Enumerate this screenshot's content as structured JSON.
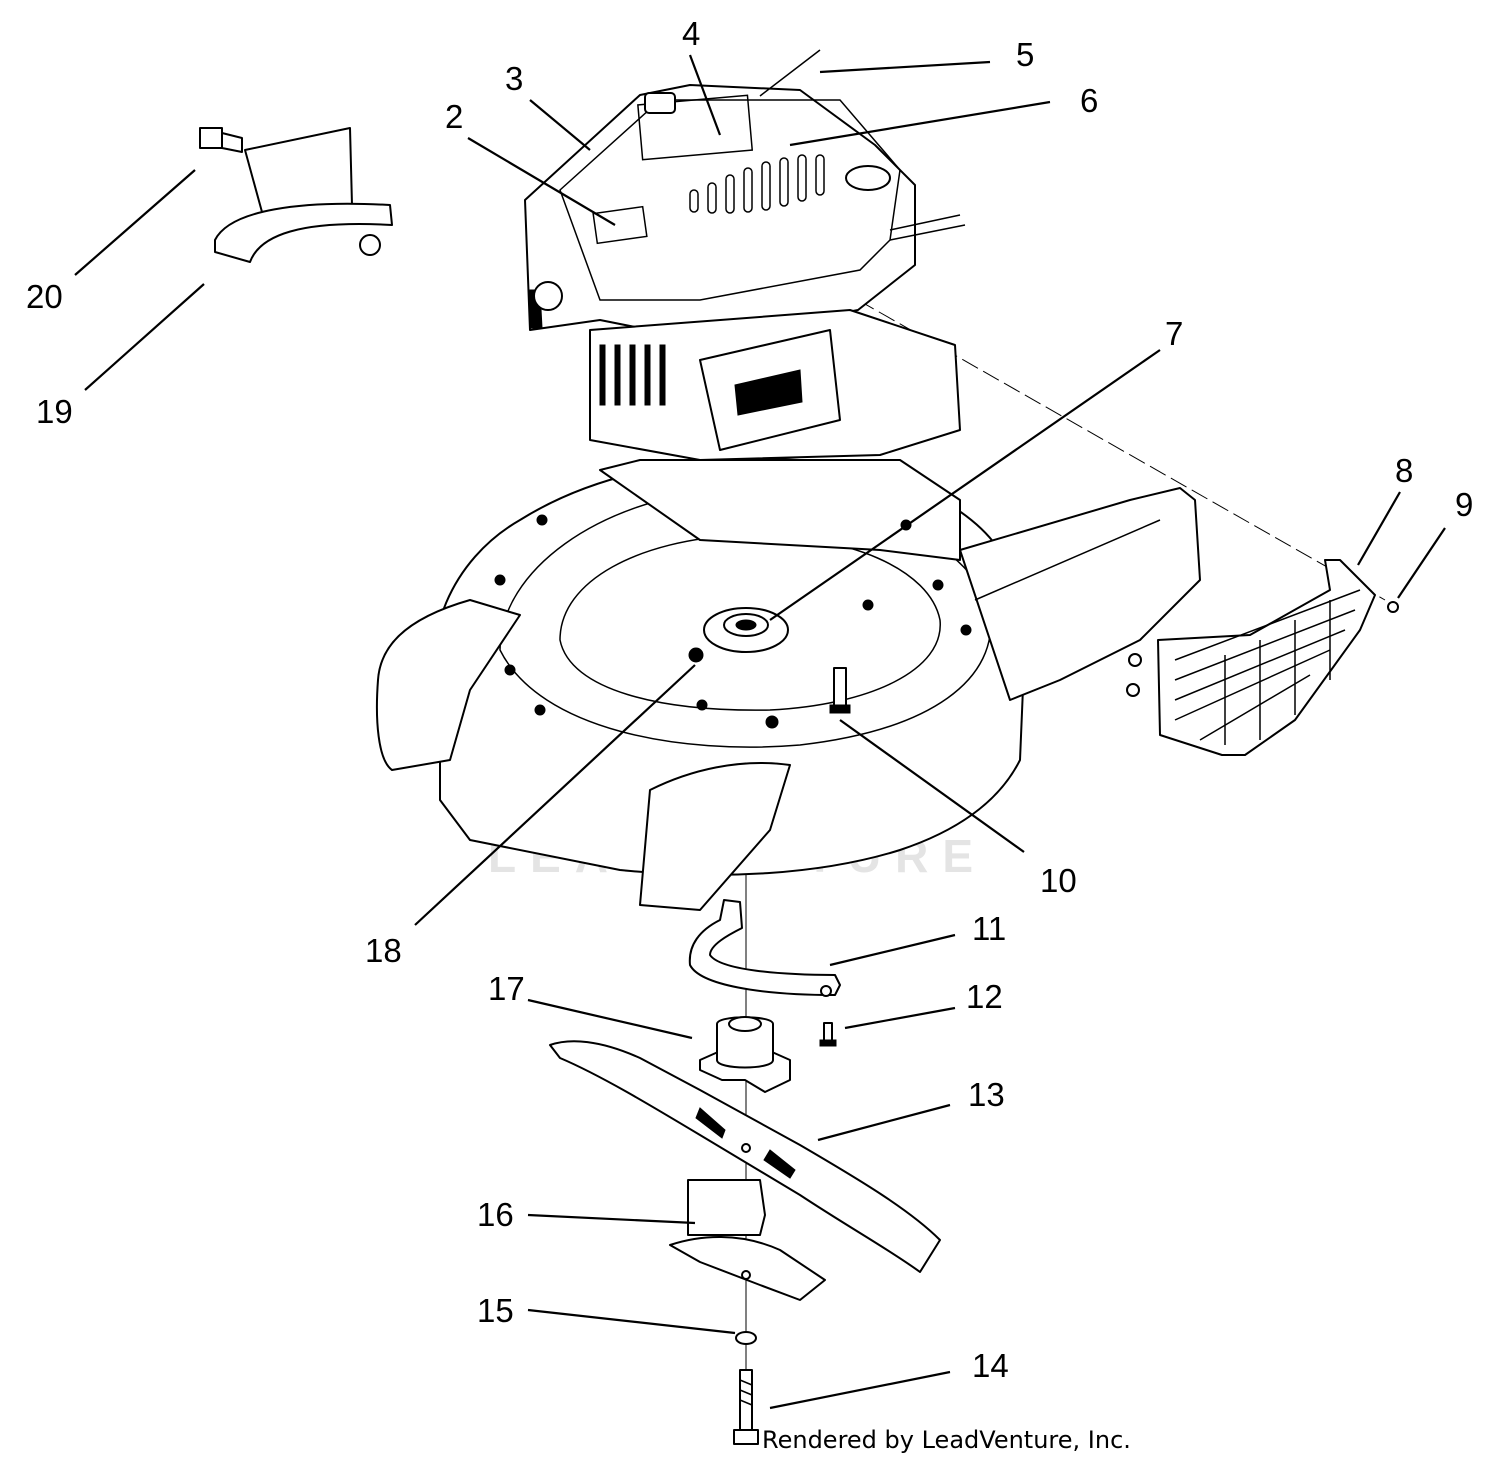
{
  "diagram": {
    "callouts": [
      {
        "id": "2",
        "label": "2"
      },
      {
        "id": "3",
        "label": "3"
      },
      {
        "id": "4",
        "label": "4"
      },
      {
        "id": "5",
        "label": "5"
      },
      {
        "id": "6",
        "label": "6"
      },
      {
        "id": "7",
        "label": "7"
      },
      {
        "id": "8",
        "label": "8"
      },
      {
        "id": "9",
        "label": "9"
      },
      {
        "id": "10",
        "label": "10"
      },
      {
        "id": "11",
        "label": "11"
      },
      {
        "id": "12",
        "label": "12"
      },
      {
        "id": "13",
        "label": "13"
      },
      {
        "id": "14",
        "label": "14"
      },
      {
        "id": "15",
        "label": "15"
      },
      {
        "id": "16",
        "label": "16"
      },
      {
        "id": "17",
        "label": "17"
      },
      {
        "id": "18",
        "label": "18"
      },
      {
        "id": "19",
        "label": "19"
      },
      {
        "id": "20",
        "label": "20"
      }
    ],
    "watermark": "LEADVENTURE",
    "credit": "Rendered by LeadVenture, Inc."
  }
}
